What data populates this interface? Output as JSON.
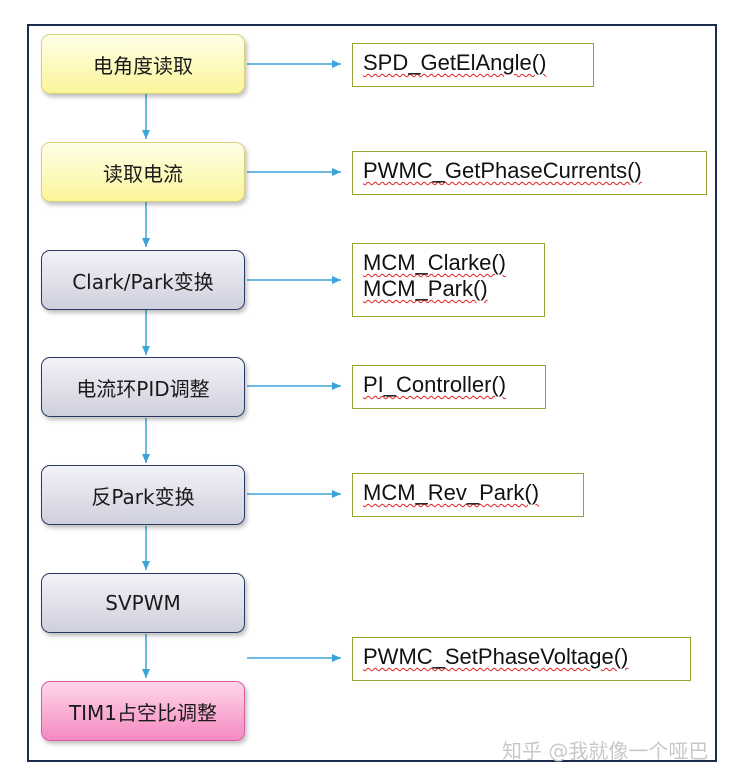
{
  "steps": [
    {
      "label": "电角度读取"
    },
    {
      "label": "读取电流"
    },
    {
      "label": "Clark/Park变换"
    },
    {
      "label": "电流环PID调整"
    },
    {
      "label": "反Park变换"
    },
    {
      "label": "SVPWM"
    },
    {
      "label": "TIM1占空比调整"
    }
  ],
  "functions": [
    {
      "lines": [
        "SPD_GetElAngle()"
      ]
    },
    {
      "lines": [
        "PWMC_GetPhaseCurrents()"
      ]
    },
    {
      "lines": [
        "MCM_Clarke()",
        "MCM_Park()"
      ]
    },
    {
      "lines": [
        "PI_Controller()"
      ]
    },
    {
      "lines": [
        "MCM_Rev_Park()"
      ]
    },
    {
      "lines": [
        "PWMC_SetPhaseVoltage()"
      ]
    }
  ],
  "watermark": "知乎 @我就像一个哑巴",
  "colors": {
    "arrow": "#3aa3d8",
    "frame": "#1b2c4f",
    "yellow_box": "#fbf59a",
    "gray_box": "#cfd0dd",
    "pink_box": "#f58ac1",
    "func_border": "#9aa233"
  }
}
